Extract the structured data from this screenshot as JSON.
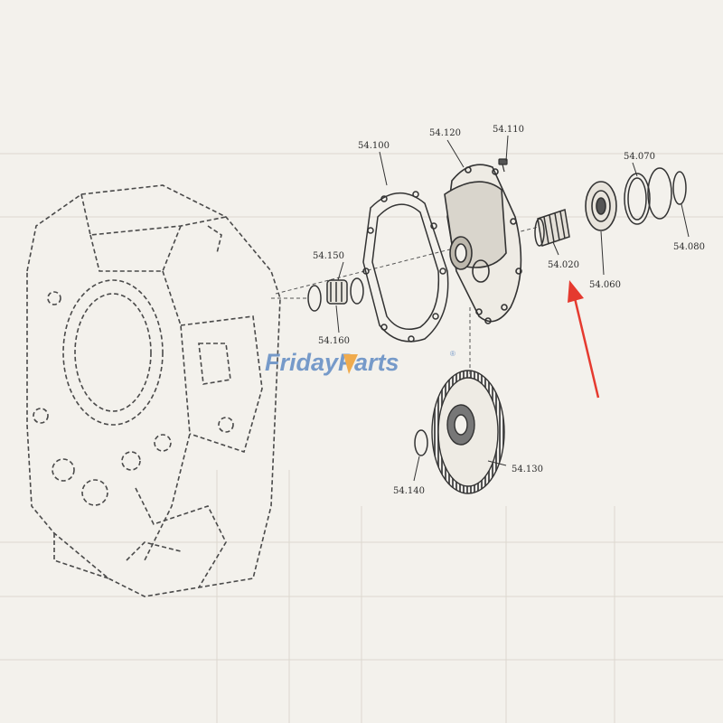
{
  "watermark": {
    "part1": "Friday",
    "part2": "Parts",
    "reg": "®",
    "colors": {
      "blue": "#6c93c7",
      "orange": "#f0a640"
    }
  },
  "diagram": {
    "parts": [
      {
        "id": "p54100",
        "label": "54.100"
      },
      {
        "id": "p54120",
        "label": "54.120"
      },
      {
        "id": "p54110",
        "label": "54.110"
      },
      {
        "id": "p54070",
        "label": "54.070"
      },
      {
        "id": "p54150",
        "label": "54.150"
      },
      {
        "id": "p54020",
        "label": "54.020"
      },
      {
        "id": "p54060",
        "label": "54.060"
      },
      {
        "id": "p54080",
        "label": "54.080"
      },
      {
        "id": "p54160",
        "label": "54.160"
      },
      {
        "id": "p54130",
        "label": "54.130"
      },
      {
        "id": "p54140",
        "label": "54.140"
      }
    ],
    "highlight_color": "#e53a2f",
    "line_color": "#3a3a3a"
  }
}
